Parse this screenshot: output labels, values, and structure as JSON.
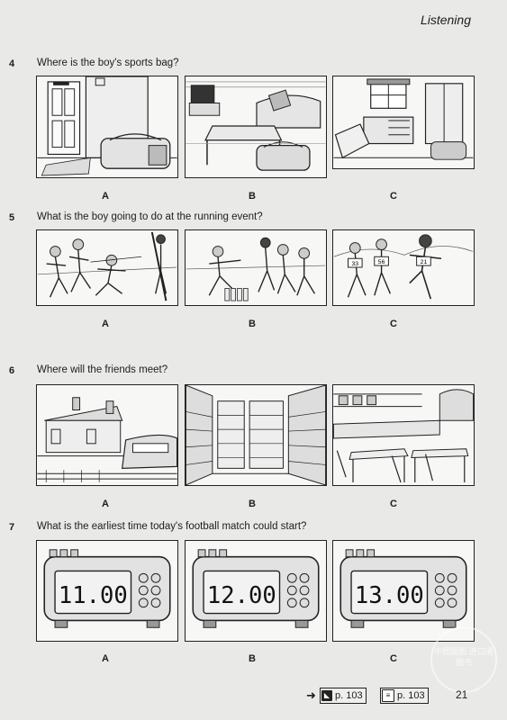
{
  "page": {
    "section": "Listening",
    "page_number": "21",
    "ref_audio": "p. 103",
    "ref_script": "p. 103"
  },
  "questions": [
    {
      "number": "4",
      "text": "Where is the boy's sports bag?",
      "options": [
        "A",
        "B",
        "C"
      ]
    },
    {
      "number": "5",
      "text": "What is the boy going to do at the running event?",
      "options": [
        "A",
        "B",
        "C"
      ]
    },
    {
      "number": "6",
      "text": "Where will the friends meet?",
      "options": [
        "A",
        "B",
        "C"
      ]
    },
    {
      "number": "7",
      "text": "What is the earliest time today's football match could start?",
      "options": [
        "A",
        "B",
        "C"
      ]
    }
  ],
  "clocks": [
    "11.00",
    "12.00",
    "13.00"
  ],
  "runner_bibs": [
    "21",
    "56",
    "33"
  ],
  "watermark": "中图国图 进口通 图书",
  "icons": {
    "audio": "audio-track-icon",
    "script": "transcript-icon",
    "arrow": "arrow-right-icon"
  },
  "colors": {
    "page": "#e9e9e7",
    "ink": "#1d1d1d",
    "frame_fill": "#f7f7f5"
  }
}
